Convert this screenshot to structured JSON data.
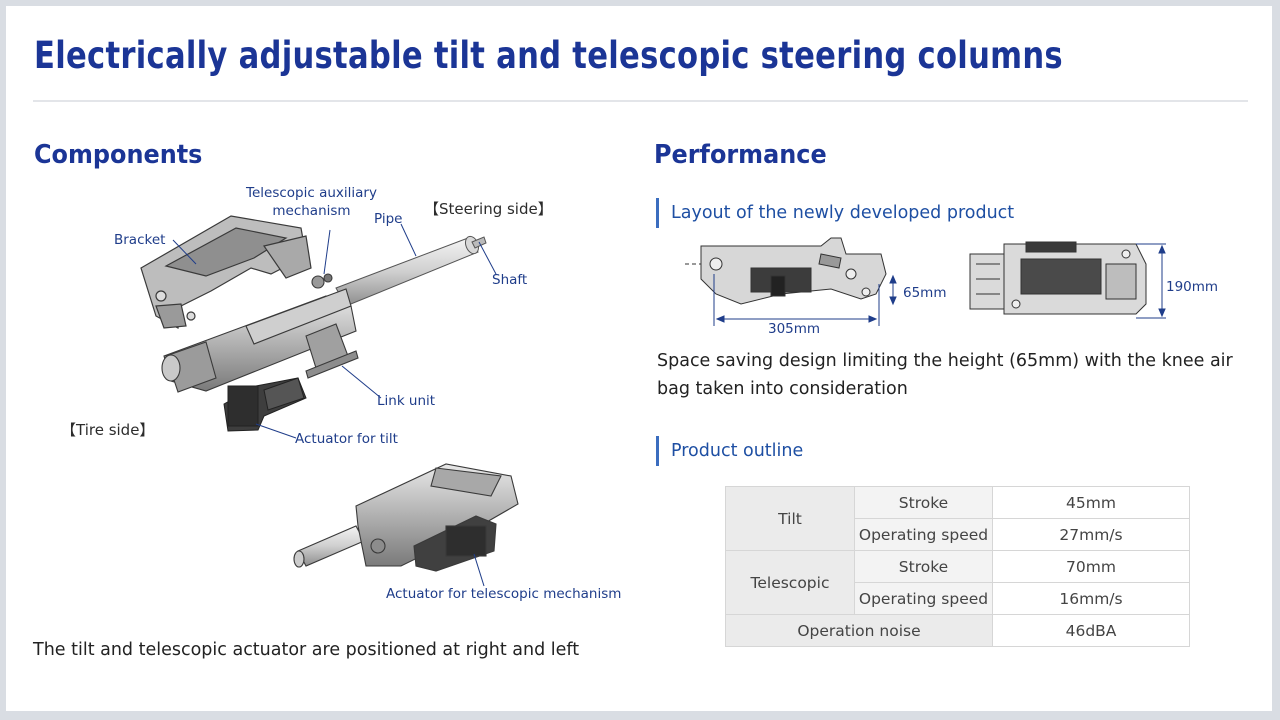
{
  "title": "Electrically adjustable tilt and telescopic steering columns",
  "components": {
    "heading": "Components",
    "labels": {
      "bracket": "Bracket",
      "telescopic_aux": "Telescopic auxiliary\nmechanism",
      "pipe": "Pipe",
      "steering_side": "【Steering side】",
      "shaft": "Shaft",
      "link_unit": "Link unit",
      "tire_side": "【Tire side】",
      "actuator_tilt": "Actuator for tilt",
      "actuator_telescopic": "Actuator for telescopic mechanism"
    },
    "caption": "The tilt and telescopic actuator are positioned at right and left"
  },
  "performance": {
    "heading": "Performance",
    "layout": {
      "subheading": "Layout of the newly developed product",
      "dim_height": "65mm",
      "dim_length": "305mm",
      "dim_width": "190mm",
      "description": "Space saving design limiting the height (65mm) with the knee air bag taken into consideration"
    },
    "outline": {
      "subheading": "Product outline",
      "rows": [
        {
          "group": "Tilt",
          "item": "Stroke",
          "value": "45mm"
        },
        {
          "group": "Tilt",
          "item": "Operating speed",
          "value": "27mm/s"
        },
        {
          "group": "Telescopic",
          "item": "Stroke",
          "value": "70mm"
        },
        {
          "group": "Telescopic",
          "item": "Operating speed",
          "value": "16mm/s"
        },
        {
          "group": "Operation noise",
          "item": "",
          "value": "46dBA"
        }
      ]
    }
  }
}
